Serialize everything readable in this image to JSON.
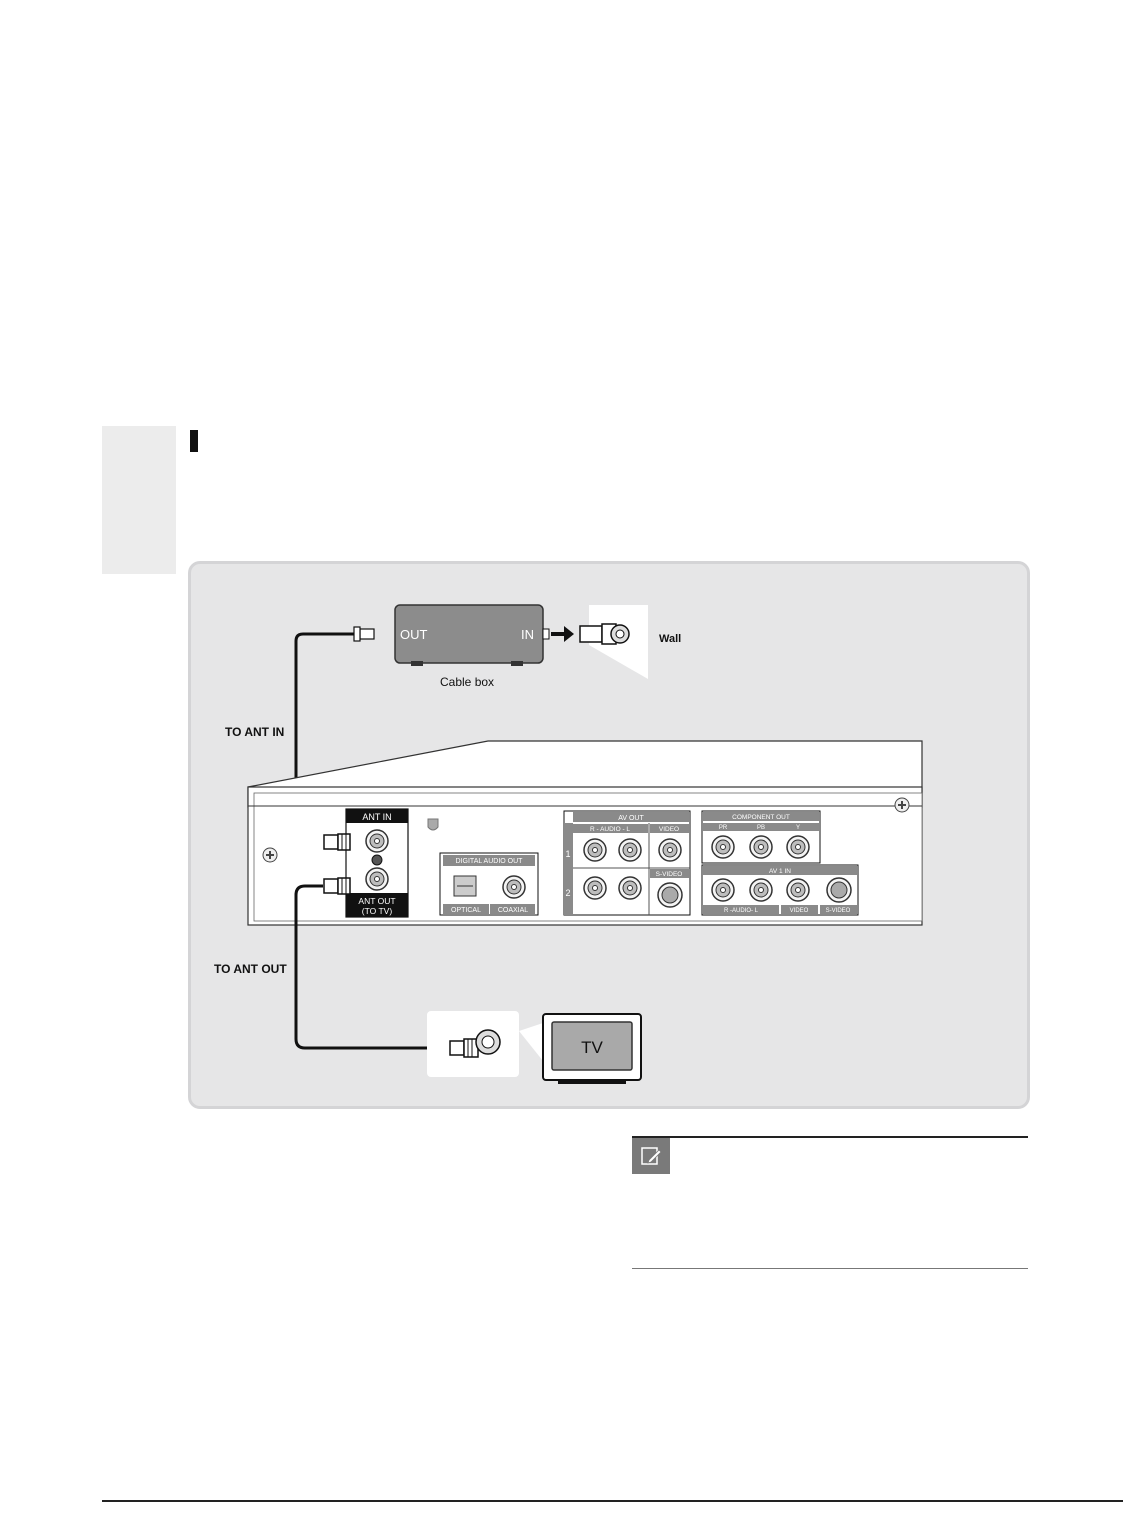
{
  "diagram": {
    "cable_box": {
      "out_label": "OUT",
      "in_label": "IN",
      "caption": "Cable box"
    },
    "wall_label": "Wall",
    "to_ant_in_label": "TO ANT IN",
    "to_ant_out_label": "TO ANT OUT",
    "tv_label": "TV",
    "rear_panel": {
      "ant_in": "ANT IN",
      "ant_out_line1": "ANT OUT",
      "ant_out_line2": "(TO TV)",
      "digital_audio_out": "DIGITAL AUDIO OUT",
      "optical": "OPTICAL",
      "coaxial": "COAXIAL",
      "av_out": "AV OUT",
      "av_out_audio": "R - AUDIO - L",
      "av_out_video": "VIDEO",
      "av_out_svideo": "S-VIDEO",
      "row1": "1",
      "row2": "2",
      "component_out": "COMPONENT OUT",
      "component_pr": "PR",
      "component_pb": "PB",
      "component_y": "Y",
      "av1_in": "AV 1 IN",
      "av1_audio": "R -AUDIO- L",
      "av1_video": "VIDEO",
      "av1_svideo": "S-VIDEO"
    }
  },
  "note": {
    "icon": "pencil-note-icon"
  },
  "colors": {
    "panel_bg": "#e6e6e7",
    "device_body": "#888888",
    "label_bg": "#111111"
  }
}
